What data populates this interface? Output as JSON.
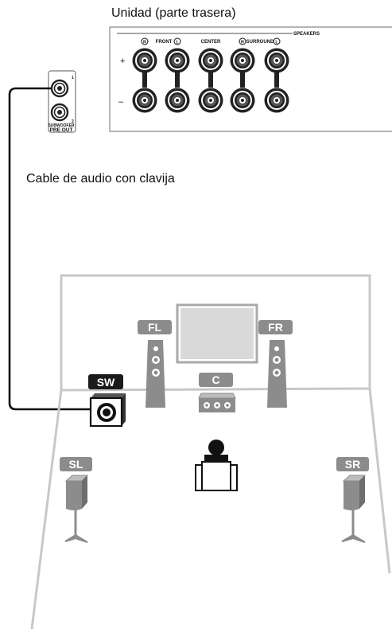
{
  "captions": {
    "unit_rear": "Unidad (parte trasera)",
    "audio_cable": "Cable de audio con clavija"
  },
  "panel": {
    "speakers_header": "SPEAKERS",
    "front_label": "FRONT",
    "center_label": "CENTER",
    "surround_label": "SURROUND",
    "r_mark": "R",
    "l_mark": "L",
    "plus_sign": "+",
    "minus_sign": "–",
    "pre_out_num1": "1",
    "pre_out_num2": "2",
    "pre_out_sub": "SUBWOOFER",
    "pre_out_main": "PRE OUT"
  },
  "speakers": {
    "fl": "FL",
    "fr": "FR",
    "c": "C",
    "sw": "SW",
    "sl": "SL",
    "sr": "SR"
  },
  "colors": {
    "room_line": "#c8c8c8",
    "badge_gray": "#8c8c8c",
    "badge_black": "#1a1a1a",
    "terminal_dark": "#222222",
    "tv_screen": "#d9d9d9"
  }
}
